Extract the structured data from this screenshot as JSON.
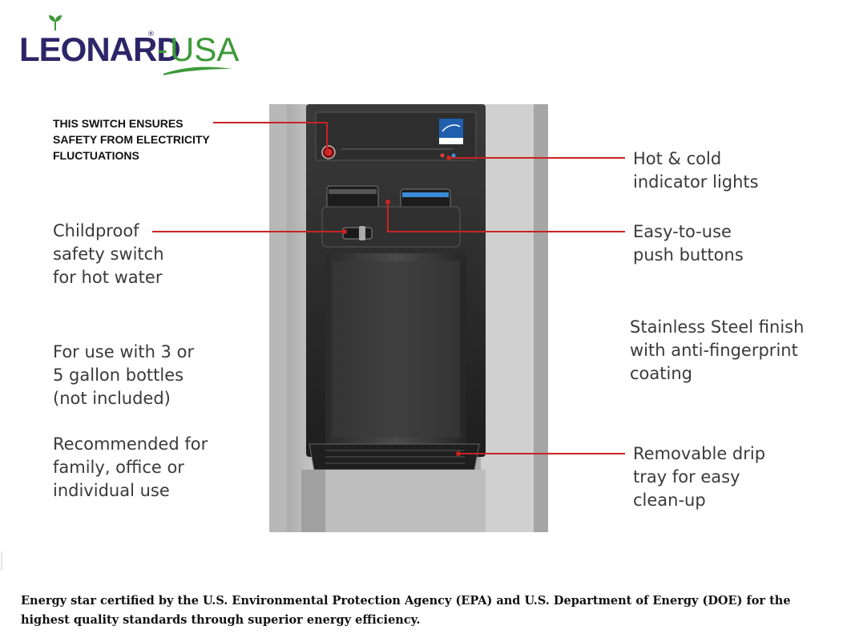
{
  "logo": {
    "main": "LEONARD",
    "registered": "®",
    "separator": "-",
    "suffix": "USA"
  },
  "labels": {
    "switch_safety": "THIS SWITCH ENSURES SAFETY FROM ELECTRICITY FLUCTUATIONS",
    "childproof": "Childproof\nsafety switch\nfor hot water",
    "bottles": "For use with 3 or\n5 gallon bottles\n(not included)",
    "recommended": "Recommended for\nfamily, office or\nindividual use",
    "indicator_lights": "Hot & cold\nindicator lights",
    "push_buttons": "Easy-to-use\npush buttons",
    "stainless": "Stainless Steel finish\nwith anti-fingerprint\ncoating",
    "drip_tray": "Removable drip\ntray for easy\nclean-up"
  },
  "footer": "Energy star certified by the U.S. Environmental Protection Agency (EPA) and U.S. Department of Energy (DOE) for the highest quality standards through superior energy efficiency.",
  "colors": {
    "logo_navy": "#2c2669",
    "logo_green": "#3d9a3a",
    "callout_red": "#cc2222"
  },
  "icons": [
    "leaf-icon",
    "energy-star-icon",
    "red-power-switch-icon"
  ]
}
